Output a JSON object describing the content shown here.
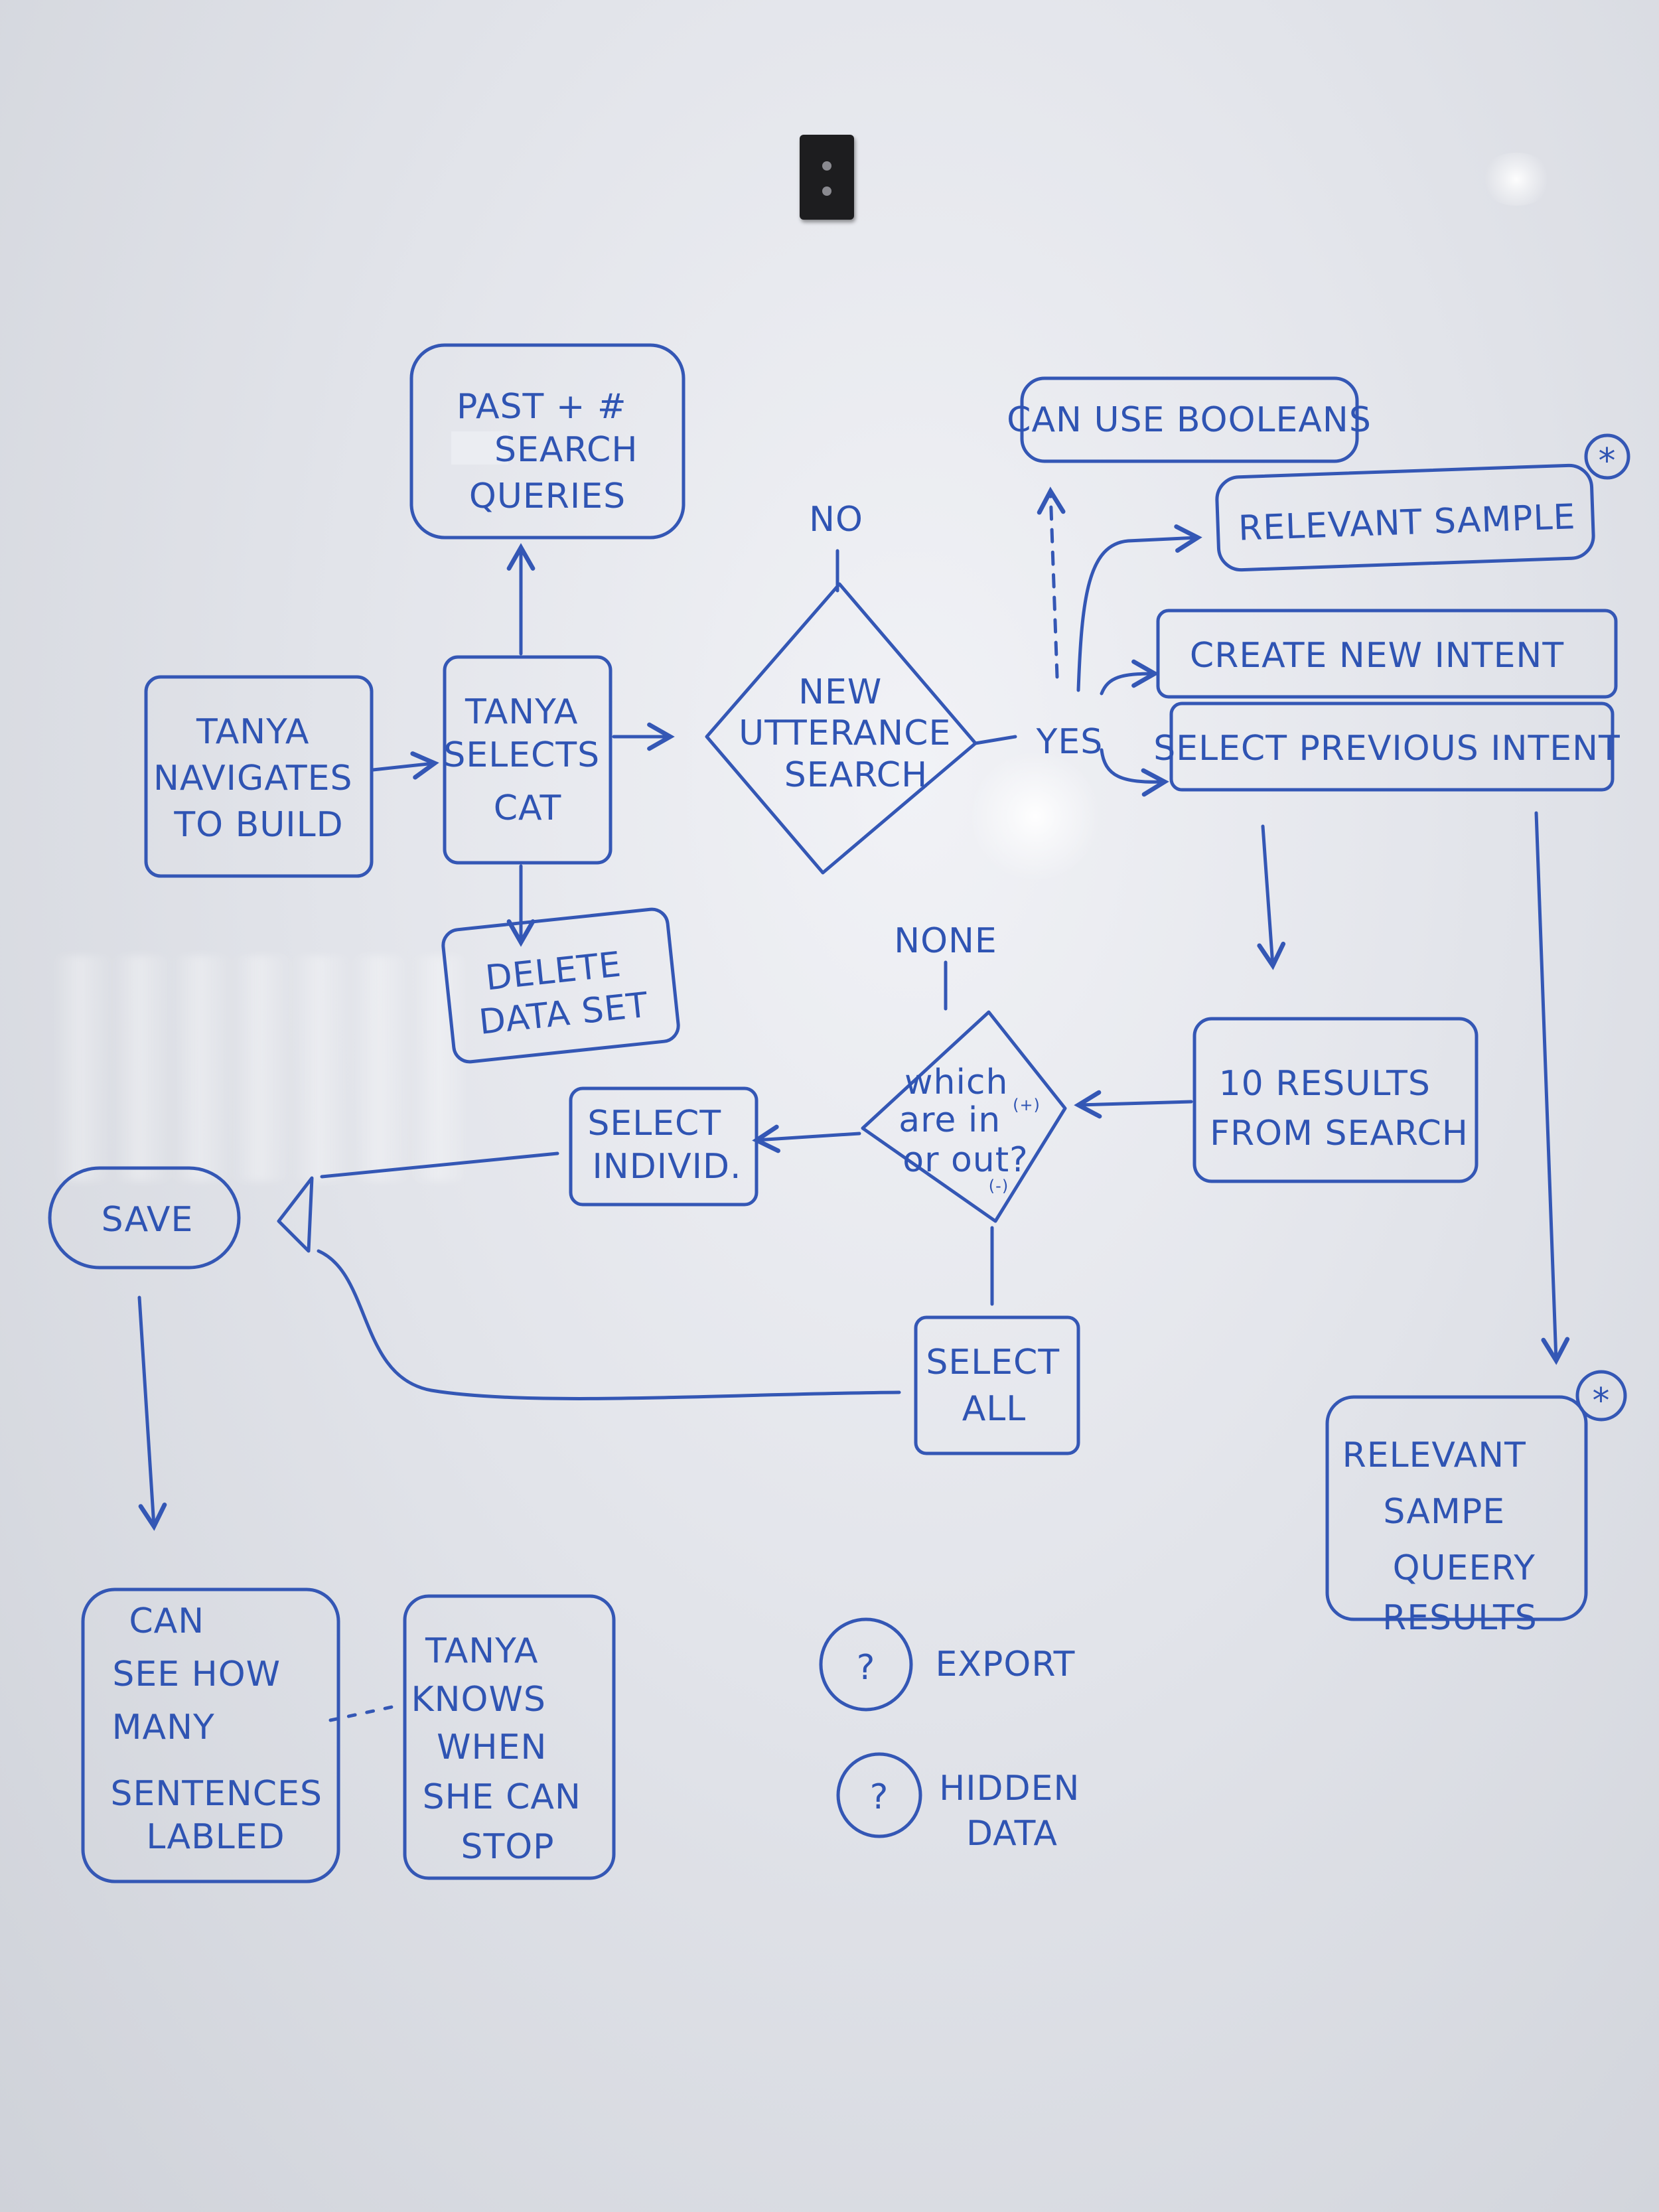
{
  "nodes": {
    "past_search": {
      "lines": [
        "PAST + #",
        "SEARCH",
        "QUERIES"
      ]
    },
    "navigates": {
      "lines": [
        "TANYA",
        "NAVIGATES",
        "TO BUILD"
      ]
    },
    "selects_cat": {
      "lines": [
        "TANYA",
        "SELECTS",
        "CAT"
      ]
    },
    "delete_data": {
      "lines": [
        "DELETE",
        "DATA SET"
      ]
    },
    "new_utterance": {
      "lines": [
        "NEW",
        "UTTERANCE",
        "SEARCH"
      ]
    },
    "label_no": "NO",
    "label_yes": "YES",
    "can_use_booleans": "CAN USE BOOLEANS",
    "relevant_sample": "RELEVANT SAMPLE",
    "create_intent": "CREATE NEW INTENT",
    "select_previous": "SELECT PREVIOUS INTENT",
    "results": {
      "lines": [
        "10 RESULTS",
        "FROM SEARCH"
      ]
    },
    "label_none": "NONE",
    "which": {
      "lines": [
        "which",
        "are in",
        "or out?"
      ]
    },
    "plus": "(+)",
    "minus": "(-)",
    "select_individ": {
      "lines": [
        "SELECT",
        "INDIVID."
      ]
    },
    "save": "SAVE",
    "select_all": {
      "lines": [
        "SELECT",
        "ALL"
      ]
    },
    "relevant_query": {
      "lines": [
        "RELEVANT",
        "SAMPE",
        "QUEERY",
        "RESULTS"
      ]
    },
    "star": "*",
    "can_see": {
      "lines": [
        "CAN",
        "SEE HOW",
        "MANY",
        "SENTENCES",
        "LABLED"
      ]
    },
    "knows_when": {
      "lines": [
        "TANYA",
        "KNOWS",
        "WHEN",
        "SHE CAN",
        "STOP"
      ]
    },
    "export": {
      "mark": "?",
      "label": "EXPORT"
    },
    "hidden": {
      "mark": "?",
      "lines": [
        "HIDDEN",
        "DATA"
      ]
    }
  }
}
